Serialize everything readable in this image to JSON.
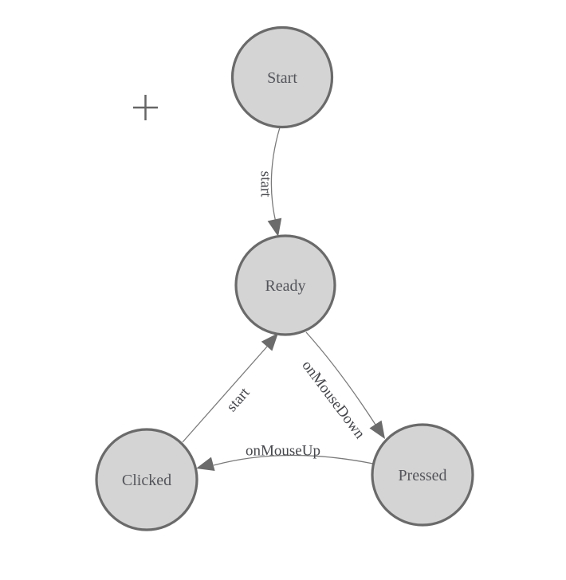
{
  "diagram": {
    "colors": {
      "background": "#ffffff",
      "node_fill": "#d4d4d4",
      "node_stroke": "#6a6a6a",
      "edge_stroke": "#7a7a7a",
      "arrow_fill": "#6b6b6b",
      "node_label": "#54555b",
      "edge_label": "#46474c",
      "crosshair": "#666666"
    },
    "nodes": {
      "start": {
        "label": "Start"
      },
      "ready": {
        "label": "Ready"
      },
      "clicked": {
        "label": "Clicked"
      },
      "pressed": {
        "label": "Pressed"
      }
    },
    "edges": {
      "start_to_ready": {
        "label": "start"
      },
      "ready_to_pressed": {
        "label": "onMouseDown"
      },
      "pressed_to_clicked": {
        "label": "onMouseUp"
      },
      "clicked_to_ready": {
        "label": "start"
      }
    },
    "icons": {
      "arrowhead": "solid-triangle",
      "origin_marker": "plus"
    }
  }
}
